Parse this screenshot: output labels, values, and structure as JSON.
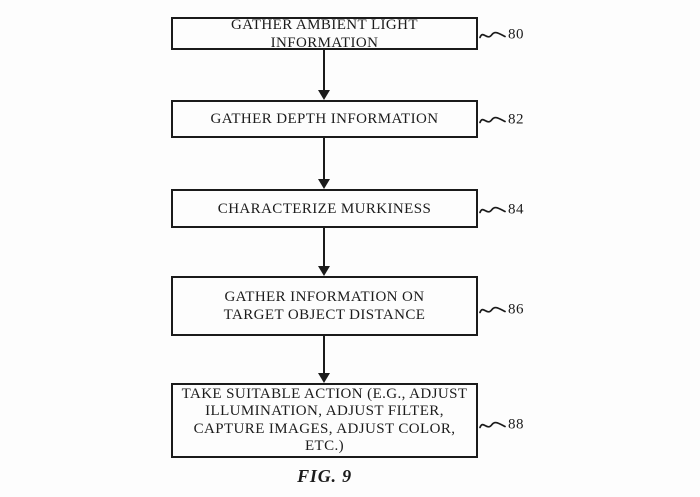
{
  "figure": {
    "caption": "FIG. 9"
  },
  "flowchart": {
    "type": "flowchart",
    "direction": "top-down",
    "steps": [
      {
        "label": "GATHER AMBIENT LIGHT INFORMATION",
        "ref": "80"
      },
      {
        "label": "GATHER DEPTH INFORMATION",
        "ref": "82"
      },
      {
        "label": "CHARACTERIZE MURKINESS",
        "ref": "84"
      },
      {
        "label": "GATHER INFORMATION ON TARGET OBJECT DISTANCE",
        "ref": "86"
      },
      {
        "label": "TAKE SUITABLE ACTION (E.G., ADJUST ILLUMINATION, ADJUST FILTER, CAPTURE IMAGES, ADJUST COLOR, ETC.)",
        "ref": "88"
      }
    ]
  },
  "colors": {
    "ink": "#1b1b1b",
    "background": "#fdfdfd"
  }
}
